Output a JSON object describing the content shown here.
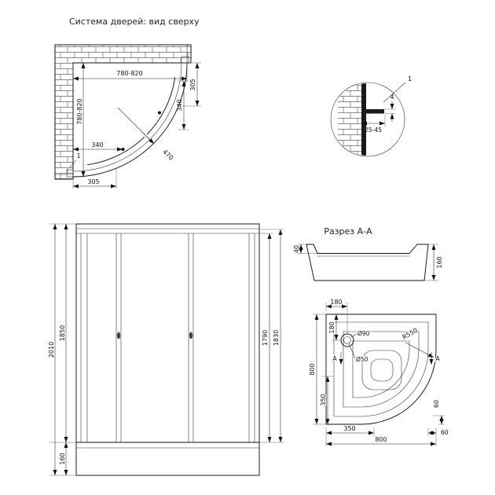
{
  "drawing": {
    "background": "#ffffff",
    "line_color": "#111111"
  },
  "top_view": {
    "title": "Система дверей: вид сверху",
    "dims": {
      "top_width": "780-820",
      "right_offset": "305",
      "right_handle": "340",
      "left_height": "780-820",
      "left_handle": "340",
      "radius": "470",
      "bottom_offset": "305"
    },
    "callout": "1"
  },
  "detail_view": {
    "callout": "1",
    "profile_thickness": "4",
    "adjust_range": "25-45"
  },
  "section_view": {
    "title": "Разрез А-А",
    "dims": {
      "rim_height": "40",
      "total_height": "160"
    }
  },
  "front_view": {
    "dims": {
      "total_height": "2010",
      "frame_height": "1850",
      "door_height": "1790",
      "opening_height": "1830",
      "tray_height": "160"
    }
  },
  "tray_view": {
    "dims": {
      "drain_from_top": "180",
      "drain_from_left": "180",
      "drain_outer_dia": "Ø90",
      "drain_inner_dia": "Ø50",
      "side_left": "800",
      "left_lower": "350",
      "bottom_inner": "350",
      "side_bottom": "800",
      "rim_right": "60",
      "rim_bottom": "60",
      "corner_radius": "R550"
    },
    "section_marks": {
      "left": "A",
      "right": "A"
    }
  }
}
